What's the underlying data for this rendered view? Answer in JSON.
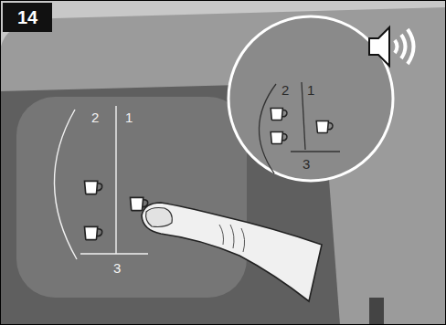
{
  "diagram": {
    "nodes": [
      {
        "text": [
          "14"
        ]
      },
      {
        "text": [
          "2",
          "1",
          "3"
        ]
      },
      {
        "text": [
          "2",
          "1",
          "3"
        ]
      }
    ]
  }
}
